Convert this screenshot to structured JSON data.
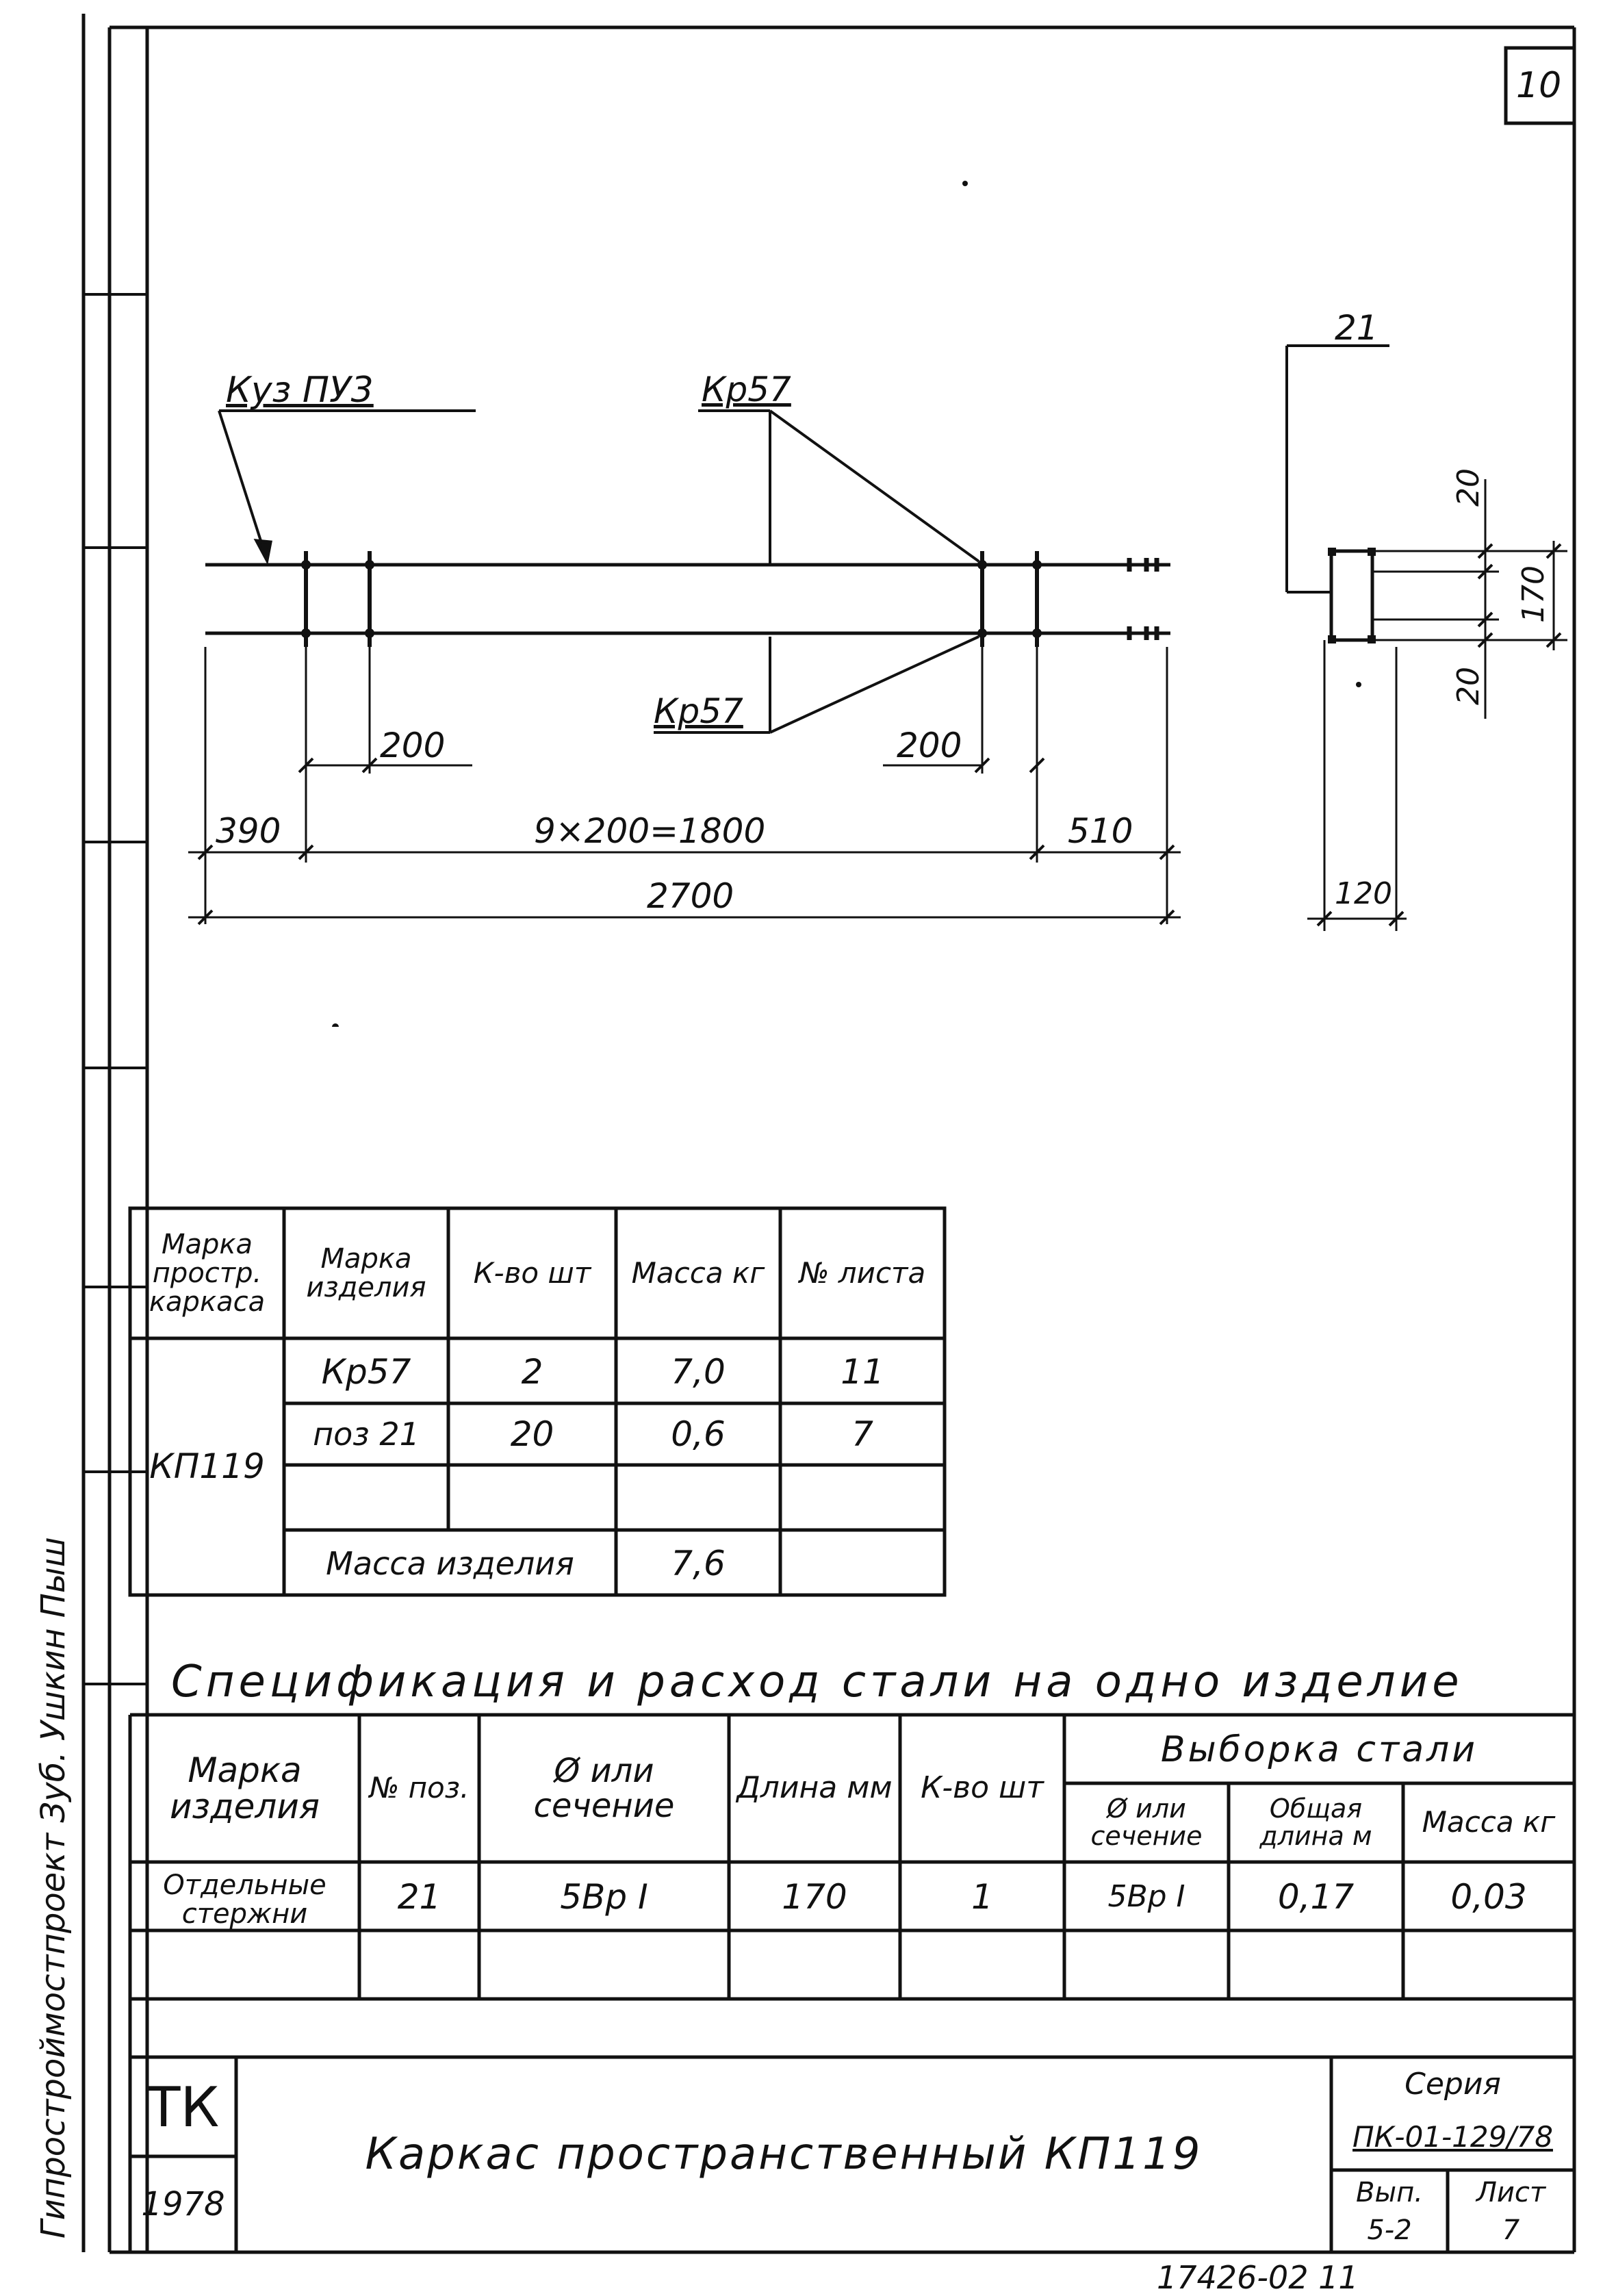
{
  "sheet_number": "10",
  "side_stamp": "Гипростроймостпроект  Зуб.  Ушкин  Пыш",
  "drawing": {
    "callouts": {
      "node_label": "Куз ПУ3",
      "bar_label_top": "Кр57",
      "bar_label_bottom": "Кр57"
    },
    "dims": {
      "spacing_left": "200",
      "spacing_right": "200",
      "left_offset": "390",
      "middle_run": "9×200=1800",
      "right_offset": "510",
      "overall": "2700"
    },
    "section": {
      "pos_label": "21",
      "dim_top": "20",
      "dim_mid": "170",
      "dim_bottom": "20",
      "dim_width": "120"
    }
  },
  "summary_table": {
    "headers": [
      "Марка простр. каркаса",
      "Марка изделия",
      "К-во шт",
      "Масса кг",
      "№ листа"
    ],
    "frame_mark": "КП119",
    "rows": [
      [
        "Кр57",
        "2",
        "7,0",
        "11"
      ],
      [
        "поз 21",
        "20",
        "0,6",
        "7"
      ],
      [
        "",
        "",
        "",
        ""
      ]
    ],
    "total_label": "Масса изделия",
    "total_value": "7,6"
  },
  "spec_table": {
    "title": "Спецификация и расход стали на одно изделие",
    "headers": {
      "mark": "Марка изделия",
      "pos": "№ поз.",
      "diam": "Ø или сечение",
      "length": "Длина мм",
      "qty": "К-во шт",
      "group": "Выборка стали",
      "sub_diam": "Ø или сечение",
      "sub_total": "Общая длина м",
      "sub_mass": "Масса кг"
    },
    "row": {
      "mark": "Отдельные стержни",
      "pos": "21",
      "diam": "5Вр I",
      "length": "170",
      "qty": "1",
      "sub_diam": "5Вр I",
      "sub_total": "0,17",
      "sub_mass": "0,03"
    }
  },
  "title_block": {
    "org": "ТК",
    "year": "1978",
    "title": "Каркас пространственный КП119",
    "series_label": "Серия",
    "series_code": "ПК-01-129/78",
    "issue_label": "Вып.",
    "issue_value": "5-2",
    "sheet_label": "Лист",
    "sheet_value": "7"
  },
  "archive_number": "17426-02  11"
}
